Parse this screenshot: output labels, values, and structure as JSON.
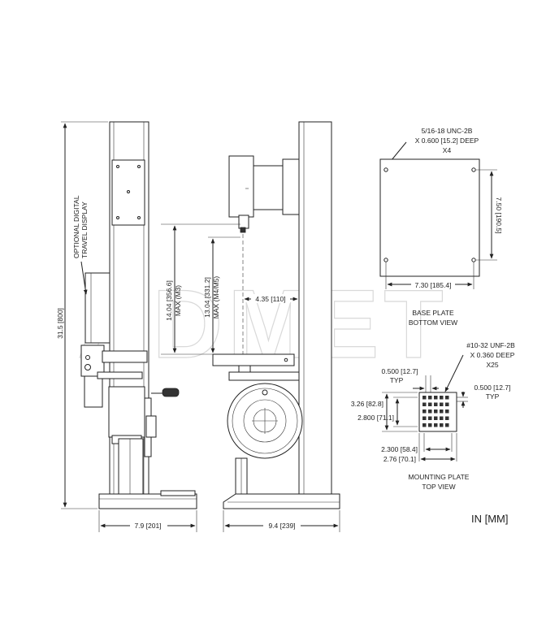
{
  "drawing": {
    "watermark": "ADMET",
    "units_label": "IN [MM]",
    "side_view": {
      "optional_display_line1": "OPTIONAL DIGITAL",
      "optional_display_line2": "TRAVEL DISPLAY",
      "height_dim": "31.5 [800]",
      "width_dim": "7.9 [201]"
    },
    "front_view": {
      "travel_m3_line1": "14.04 [356.6]",
      "travel_m3_line2": "MAX (M3)",
      "travel_m4_line1": "13.04 [331.2]",
      "travel_m4_line2": "MAX (M4/M5)",
      "throat_dim": "4.35 [110]",
      "width_dim": "9.4 [239]"
    },
    "base_plate": {
      "thread_line1": "5/16-18 UNC-2B",
      "thread_line2": "X 0.600 [15.2] DEEP",
      "thread_line3": "X4",
      "height_dim": "7.50 [190.5]",
      "width_dim": "7.30 [185.4]",
      "caption_line1": "BASE PLATE",
      "caption_line2": "BOTTOM VIEW"
    },
    "mounting_plate": {
      "thread_line1": "#10-32 UNF-2B",
      "thread_line2": "X 0.360 DEEP",
      "thread_line3": "X25",
      "pitch_top_line1": "0.500 [12.7]",
      "pitch_top_line2": "TYP",
      "pitch_right_line1": "0.500 [12.7]",
      "pitch_right_line2": "TYP",
      "outer_height": "3.26 [82.8]",
      "inner_height": "2.800 [71.1]",
      "inner_width": "2.300 [58.4]",
      "outer_width": "2.76 [70.1]",
      "caption_line1": "MOUNTING PLATE",
      "caption_line2": "TOP VIEW"
    }
  }
}
